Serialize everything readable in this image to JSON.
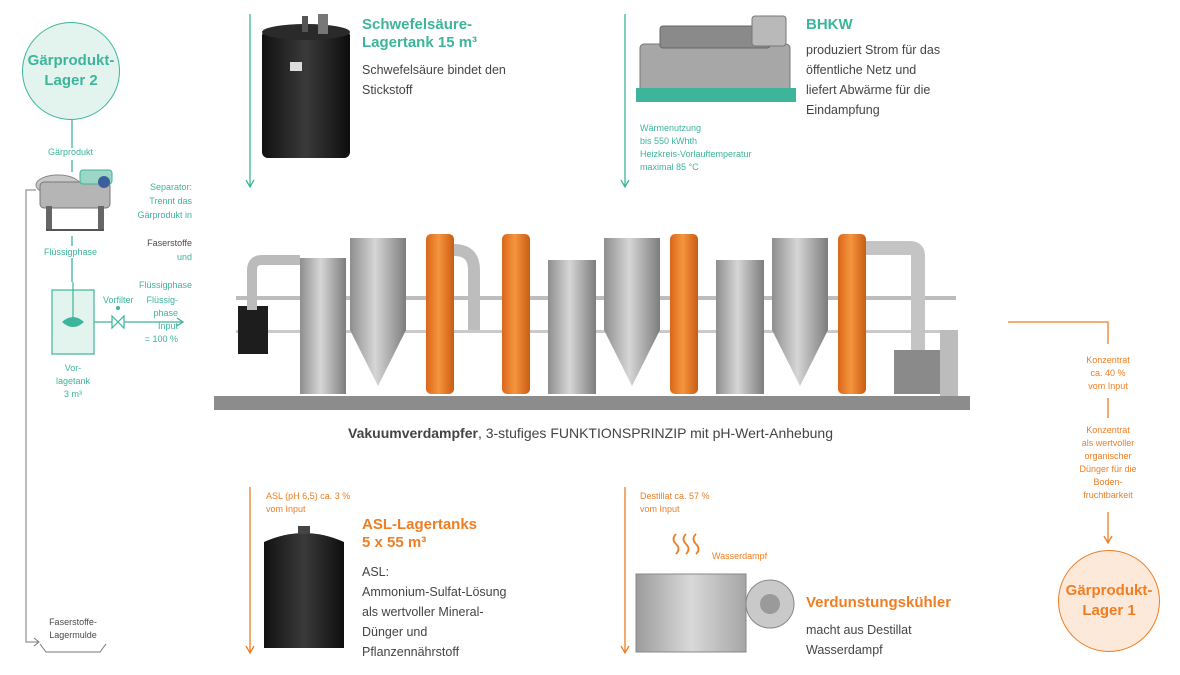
{
  "colors": {
    "teal": "#3cb59a",
    "orange": "#ef7d22",
    "text": "#444444",
    "steel": "#9a9a9a"
  },
  "lager2": {
    "title": "Gärprodukt-\nLager 2"
  },
  "lager1": {
    "title": "Gärprodukt-\nLager 1"
  },
  "left_chain": {
    "gaerprodukt_label": "Gärprodukt",
    "separator_text": "Separator:\nTrennt das\nGärprodukt in",
    "separator_faserstoffe": "Faserstoffe",
    "separator_und": "und",
    "separator_fluessig": "Flüssigphase",
    "fluessigphase_label": "Flüssigphase",
    "vorfilter_label": "Vorfilter",
    "fluessigphase_input": "Flüssig-\nphase\nInput\n= 100 %",
    "vorlagetank": "Vor-\nlagetank\n3 m³",
    "faserstoffe_mulde": "Faserstoffe-\nLagermulde"
  },
  "schwefel": {
    "title": "Schwefelsäure-\nLagertank 15 m³",
    "desc": "Schwefelsäure bindet den\nStickstoff"
  },
  "bhkw": {
    "title": "BHKW",
    "desc": "produziert Strom für das\nöffentliche Netz und\nliefert Abwärme für die\nEindampfung",
    "note": "Wärmenutzung\nbis 550 kWhth\nHeizkreis-Vorlauftemperatur\nmaximal 85 °C"
  },
  "caption": {
    "bold": "Vakuumverdampfer",
    "rest": ", 3-stufiges FUNKTIONSPRINZIP mit pH-Wert-Anhebung"
  },
  "asl": {
    "note": "ASL (pH 6,5) ca. 3 %\nvom Input",
    "title": "ASL-Lagertanks\n5 x 55 m³",
    "desc": "ASL:\nAmmonium-Sulfat-Lösung\nals wertvoller Mineral-\nDünger und\nPflanzennährstoff"
  },
  "kuehler": {
    "note": "Destillat ca. 57 %\nvom Input",
    "steam": "Wasserdampf",
    "title": "Verdunstungskühler",
    "desc": "macht aus Destillat\nWasserdampf"
  },
  "konzentrat": {
    "note1": "Konzentrat\nca. 40 %\nvom Input",
    "note2": "Konzentrat\nals wertvoller\norganischer\nDünger für die\nBoden-\nfruchtbarkeit"
  }
}
